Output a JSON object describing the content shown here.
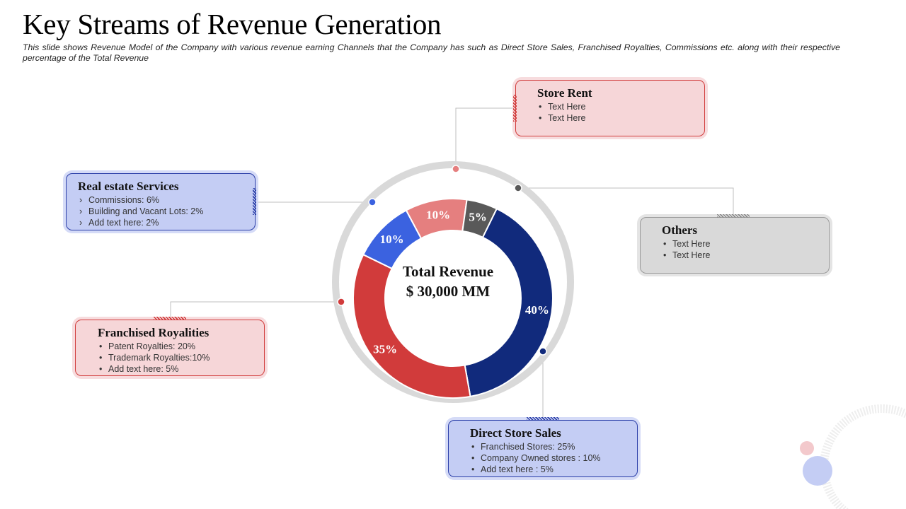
{
  "title": "Key Streams of Revenue Generation",
  "subtitle": "This slide shows Revenue Model of the Company with various revenue earning Channels that the Company has such as Direct Store Sales, Franchised Royalties, Commissions etc. along with their respective percentage of the Total Revenue",
  "center": {
    "line1": "Total Revenue",
    "line2": "$ 30,000 MM"
  },
  "chart_data": {
    "type": "pie",
    "title": "",
    "slices": [
      {
        "label": "Store Rent",
        "value": 10,
        "color": "#e57f7f"
      },
      {
        "label": "Others",
        "value": 5,
        "color": "#595959"
      },
      {
        "label": "Direct Store Sales",
        "value": 40,
        "color": "#112a7c"
      },
      {
        "label": "Franchised Royalities",
        "value": 35,
        "color": "#d13b3b"
      },
      {
        "label": "Real estate Services",
        "value": 10,
        "color": "#3b62e0"
      }
    ],
    "value_labels": [
      "10%",
      "5%",
      "40%",
      "35%",
      "10%"
    ],
    "ring_color": "#d9d9d9"
  },
  "cards": {
    "store_rent": {
      "title": "Store Rent",
      "bullet": "•",
      "items": [
        "Text Here",
        "Text Here"
      ]
    },
    "real_estate": {
      "title": "Real estate Services",
      "bullet": "›",
      "items": [
        "Commissions: 6%",
        "Building and Vacant Lots: 2%",
        "Add text here: 2%"
      ]
    },
    "others": {
      "title": "Others",
      "bullet": "•",
      "items": [
        "Text Here",
        "Text Here"
      ]
    },
    "franchised": {
      "title": "Franchised Royalities",
      "bullet": "•",
      "items": [
        "Patent Royalties: 20%",
        "Trademark Royalties:10%",
        "Add text here: 5%"
      ]
    },
    "direct": {
      "title": "Direct Store Sales",
      "bullet": "•",
      "items": [
        "Franchised Stores: 25%",
        "Company Owned stores : 10%",
        "Add text here : 5%"
      ]
    }
  },
  "colors": {
    "red": "#d13b3b",
    "pink": "#e57f7f",
    "navy": "#112a7c",
    "blue": "#3b62e0",
    "grey": "#595959"
  }
}
